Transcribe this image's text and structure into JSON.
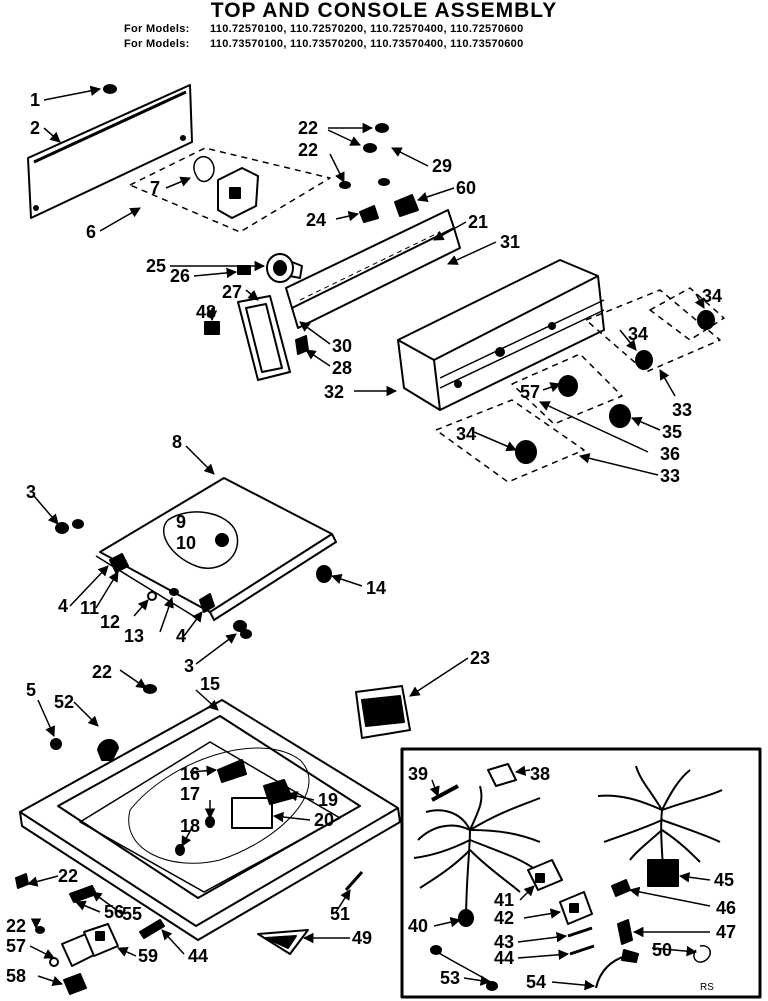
{
  "header": {
    "title": "TOP AND CONSOLE ASSEMBLY",
    "models_label_1": "For Models:",
    "models_line_1": "110.72570100, 110.72570200, 110.72570400, 110.72570600",
    "models_label_2": "For Models:",
    "models_line_2": "110.73570100, 110.73570200, 110.73570400, 110.73570600"
  },
  "callouts": [
    "1",
    "2",
    "6",
    "7",
    "22",
    "22",
    "29",
    "60",
    "24",
    "21",
    "31",
    "25",
    "26",
    "27",
    "48",
    "30",
    "28",
    "32",
    "34",
    "34",
    "57",
    "33",
    "35",
    "36",
    "34",
    "33",
    "8",
    "3",
    "9",
    "10",
    "14",
    "4",
    "11",
    "12",
    "13",
    "4",
    "3",
    "23",
    "5",
    "22",
    "15",
    "52",
    "16",
    "17",
    "19",
    "18",
    "20",
    "22",
    "56",
    "55",
    "22",
    "57",
    "59",
    "44",
    "58",
    "51",
    "49",
    "39",
    "38",
    "45",
    "46",
    "41",
    "40",
    "42",
    "47",
    "43",
    "50",
    "44",
    "53",
    "54"
  ],
  "corner_mark": "RS"
}
